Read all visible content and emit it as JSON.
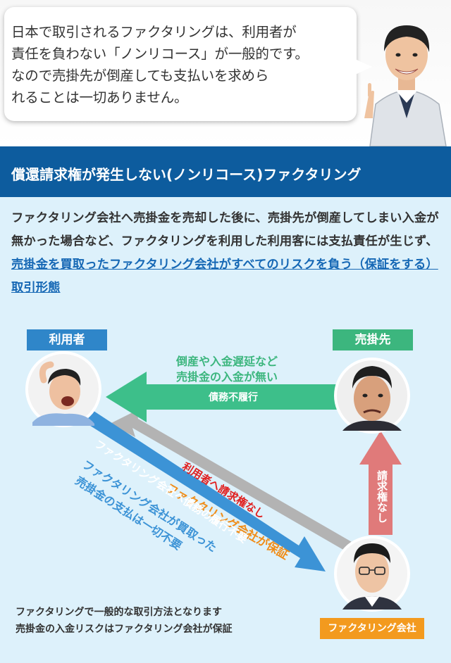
{
  "intro": {
    "lines": [
      "日本で取引されるファクタリングは、利用者が",
      "責任を負わない「ノンリコース」が一般的です。",
      "なので売掛先が倒産しても支払いを求めら",
      "れることは一切ありません。"
    ]
  },
  "section": {
    "title": "償還請求権が発生しない(ノンリコース)ファクタリング",
    "description_plain": "ファクタリング会社へ売掛金を売却した後に、売掛先が倒産してしまい入金が無かった場合など、ファクタリングを利用した利用客には支払責任が生じず、",
    "description_highlight": "売掛金を買取ったファクタリング会社がすべてのリスクを負う（保証をする）取引形態"
  },
  "diagram": {
    "labels": {
      "user": "利用者",
      "debtor": "売掛先",
      "factor": "ファクタリング会社"
    },
    "green_arrow": {
      "caption_line1": "倒産や入金遅延など",
      "caption_line2": "売掛金の入金が無い",
      "on_arrow": "債務不履行"
    },
    "gray_arrow": {
      "orange_text": "ファクタリング会社が保証",
      "red_text": "利用者へ請求権なし"
    },
    "blue_arrow": {
      "on_arrow": "ファクタリング会社へ債務の履行不要",
      "below_line1": "ファクタリング会社が買取った",
      "below_line2": "売掛金の支払は一切不要"
    },
    "red_arrow": {
      "on_arrow": "請求権なし"
    }
  },
  "footer_note": {
    "line1": "ファクタリングで一般的な取引方法となります",
    "line2": "売掛金の入金リスクはファクタリング会社が保証"
  },
  "colors": {
    "title_bar": "#0d5c9e",
    "panel": "#ddf1fb",
    "label_blue": "#2f86c9",
    "label_green": "#3cb67e",
    "label_orange": "#f39a1e",
    "green_arrow": "#3dbf8a",
    "gray_arrow": "#b3b3b3",
    "blue_arrow": "#3c93d6",
    "red_arrow": "#e07a7a",
    "orange_text": "#f08c16",
    "red_text": "#e02020"
  }
}
